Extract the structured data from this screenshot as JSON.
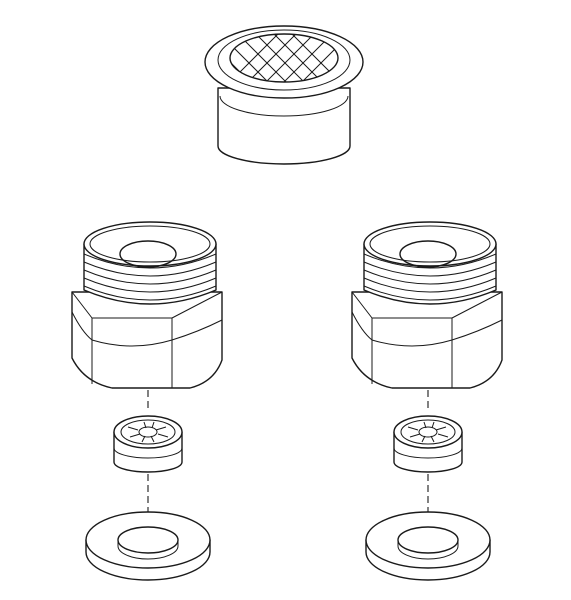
{
  "diagram": {
    "parts": [
      {
        "name": "aerator-insert",
        "count": 1
      },
      {
        "name": "threaded-hex-adapter",
        "count": 2
      },
      {
        "name": "check-valve-cartridge",
        "count": 2
      },
      {
        "name": "flat-washer",
        "count": 2
      }
    ],
    "colors": {
      "line": "#1a1a1a",
      "fill": "#ffffff"
    }
  }
}
